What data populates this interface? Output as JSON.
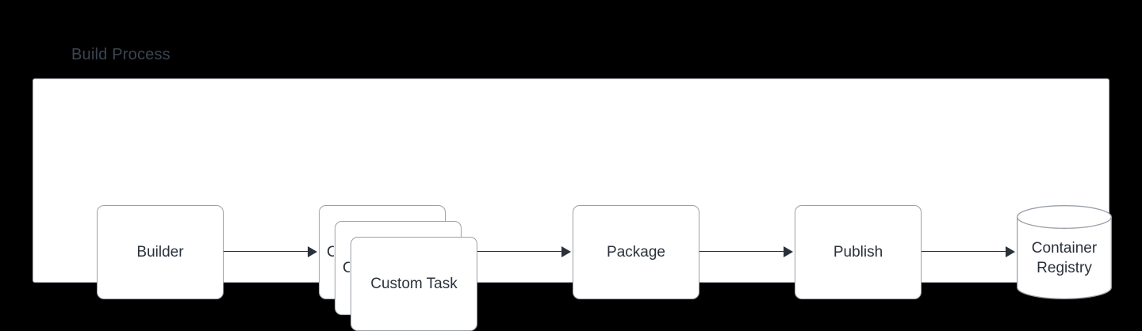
{
  "diagram": {
    "title": "Build Process",
    "title_color": "#3c4551",
    "canvas_background": "#000000",
    "panel_background": "#ffffff",
    "node_border_color": "#9ba0a8",
    "node_text_color": "#2b313b",
    "connector_color": "#2b313b"
  },
  "nodes": {
    "builder": {
      "label": "Builder",
      "shape": "rounded-rectangle"
    },
    "custom_task": {
      "label": "Custom Task",
      "shape": "stacked-rounded-rectangle",
      "stack_count": 3
    },
    "package": {
      "label": "Package",
      "shape": "rounded-rectangle"
    },
    "publish": {
      "label": "Publish",
      "shape": "rounded-rectangle"
    },
    "container_registry": {
      "label_line1": "Container",
      "label_line2": "Registry",
      "shape": "cylinder"
    }
  },
  "connectors": [
    {
      "from": "builder",
      "to": "custom_task",
      "style": "solid-arrow"
    },
    {
      "from": "custom_task",
      "to": "package",
      "style": "solid-arrow"
    },
    {
      "from": "package",
      "to": "publish",
      "style": "solid-arrow"
    },
    {
      "from": "publish",
      "to": "container_registry",
      "style": "solid-arrow"
    }
  ]
}
